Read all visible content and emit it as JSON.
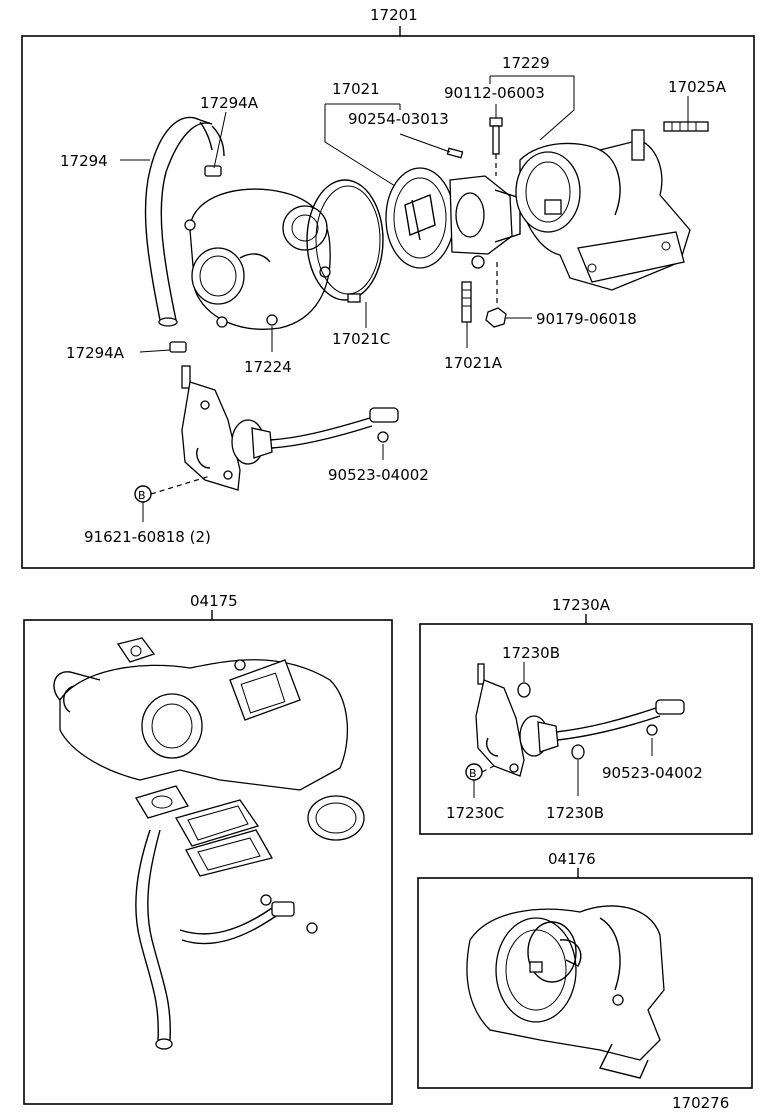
{
  "diagram": {
    "labels": {
      "l17201": "17201",
      "l17229": "17229",
      "l17021": "17021",
      "l90112": "90112-06003",
      "l17025A": "17025A",
      "l17294A_top": "17294A",
      "l90254": "90254-03013",
      "l17294": "17294",
      "l17021C": "17021C",
      "l17021A": "17021A",
      "l90179": "90179-06018",
      "l17294A_bottom": "17294A",
      "l17224": "17224",
      "l90523_top": "90523-04002",
      "l91621": "91621-60818 (2)",
      "l04175": "04175",
      "l17230A": "17230A",
      "l17230B_top": "17230B",
      "l90523_right": "90523-04002",
      "l17230C": "17230C",
      "l17230B_bottom": "17230B",
      "l04176": "04176",
      "l170276": "170276"
    },
    "markers": {
      "b_main": "B",
      "b_sub": "B"
    }
  }
}
